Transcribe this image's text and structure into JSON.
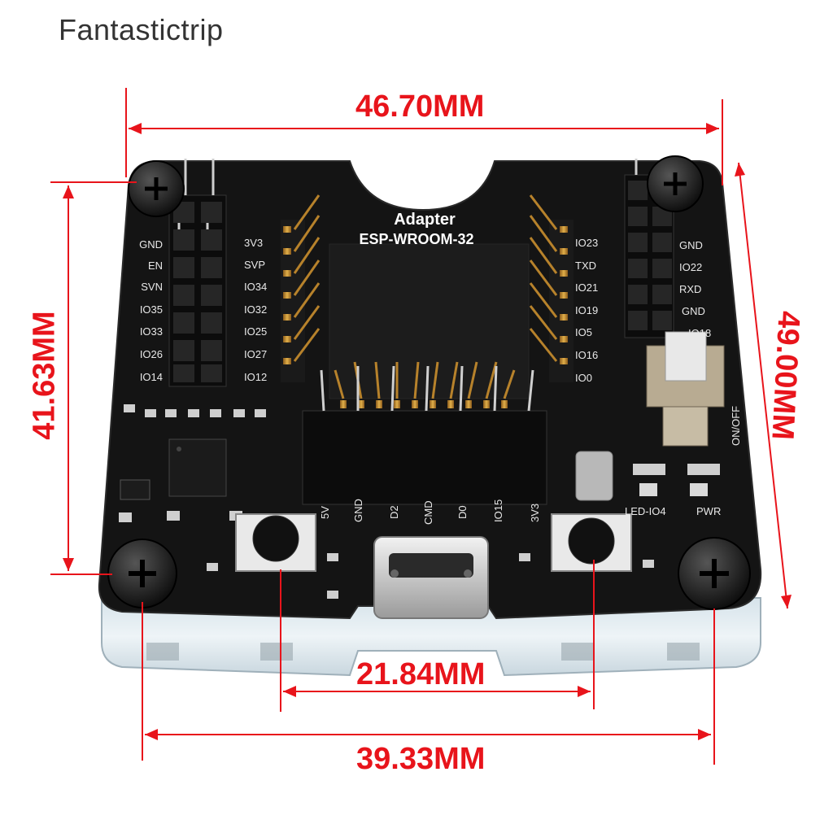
{
  "brand": "Fantastictrip",
  "dimensions": {
    "top_width": "46.70MM",
    "left_height": "41.63MM",
    "right_height": "49.00MM",
    "usb_span": "21.84MM",
    "bottom_width": "39.33MM"
  },
  "board": {
    "title": "Adapter",
    "subtitle": "ESP-WROOM-32",
    "left_outer_pins": [
      "GND",
      "EN",
      "SVN",
      "IO35",
      "IO33",
      "IO26",
      "IO14"
    ],
    "left_inner_pins": [
      "3V3",
      "SVP",
      "IO34",
      "IO32",
      "IO25",
      "IO27",
      "IO12"
    ],
    "right_inner_pins": [
      "IO23",
      "TXD",
      "IO21",
      "IO19",
      "IO5",
      "IO16",
      "IO0"
    ],
    "right_outer_pins": [
      "GND",
      "IO22",
      "RXD",
      "GND",
      "IO18"
    ],
    "bottom_header_pins": [
      "5V",
      "GND",
      "D2",
      "CMD",
      "D0",
      "IO15",
      "3V3"
    ],
    "switch_label": "ON/OFF",
    "led_labels": [
      "LED-IO4",
      "PWR"
    ]
  },
  "colors": {
    "dimension": "#e8141b",
    "pcb": "#141414",
    "gold": "#c9972e"
  }
}
